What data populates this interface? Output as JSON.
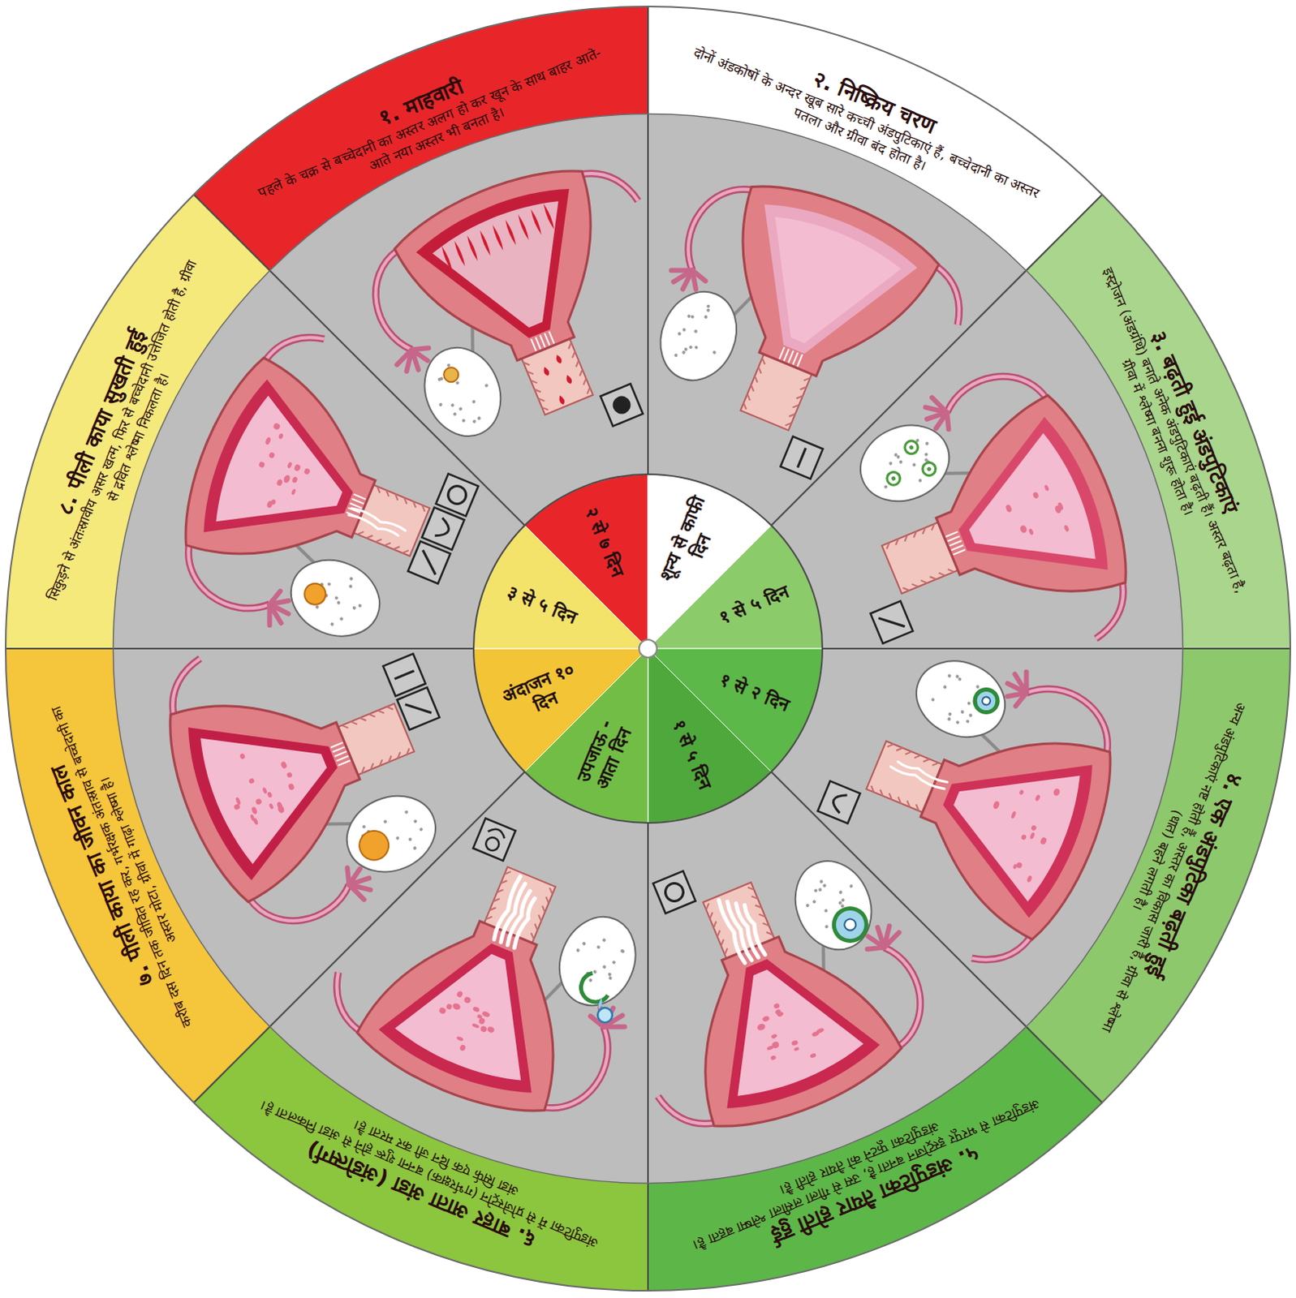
{
  "diagram": {
    "nodes": [
      {
        "text": [
          "१. माहवारी",
          "पहले के चक्र से बच्चेदानी का अस्तर अलग हो कर खून के साथ बाहर आते-आते नया अस्तर भी बनता है।"
        ]
      },
      {
        "text": [
          "२. निष्क्रिय चरण",
          "दोनों अंडकोषों के अन्दर खूब सारे कच्ची अंडपुटिकाएं हैं, बच्चेदानी का अस्तर पतला और ग्रीवा बंद होता है।"
        ]
      },
      {
        "text": [
          "३. बढ़ती हुई अंडपुटिकाएं",
          "इस्ट्रोजन (अंडग्रंथि) बनाते अनेक अंडपुटिकाएं बढ़ती हैं। अस्तर बढ़ता है, ग्रीवा में श्लेष्मा बनना शुरू होता है।"
        ]
      },
      {
        "text": [
          "४. एक अंडपुटिका बढ़ती हुई",
          "अन्य अंडपुटिकाएं नष्ट होती हैं, अस्तर का विकास जारी है, ग्रीवा से श्लेष्मा (धात) बहने लगती है।"
        ]
      },
      {
        "text": [
          "५. अंडपुटिका तैयार होती हुई",
          "अंडपुटिका से भरपूर इस्ट्रोजन बनता है, उस से गीला लसीला श्लेष्मा बहता है। अंडपुटिका फूटने को तैयार होती है।"
        ]
      },
      {
        "text": [
          "६. बाहर आता अंडा (अंडोत्सर्ग)",
          "अंडपुटिका में से प्रोजेस्ट्रोन (गर्भरक्षक) बनना शुरू होने से अंडा निकलता है। अंडा सिर्फ एक दिन जी कर मरता है।"
        ]
      },
      {
        "text": [
          "७. पीली काया का जीवन काल",
          "करीब दस दिन तक जीवित रह कर, गर्भरक्षक अंतःस्राव से बच्चेदानी का अस्तर मोटा, ग्रीवा में गाढ़ा श्लेष्मा है।"
        ]
      },
      {
        "text": [
          "८. पीली काया सुखती हुई",
          "सिकुड़ने से अंतःस्रावीय असर खत्म, फिर से बच्चेदानी उत्तेजित होती है, ग्रीवा से द्रवित श्लेष्मा निकलता है।"
        ]
      },
      {
        "text": [
          "२ से ७ दिन"
        ]
      },
      {
        "text": [
          "शून्य से काफी दिन"
        ]
      },
      {
        "text": [
          "१ से ५ दिन"
        ]
      },
      {
        "text": [
          "१ से २ दिन"
        ]
      },
      {
        "text": [
          "१ से ५ दिन"
        ]
      },
      {
        "text": [
          "उपजाऊ - आता दिन"
        ]
      },
      {
        "text": [
          "अंदाजन १० दिन"
        ]
      },
      {
        "text": [
          "३ से ५ दिन"
        ]
      }
    ]
  }
}
